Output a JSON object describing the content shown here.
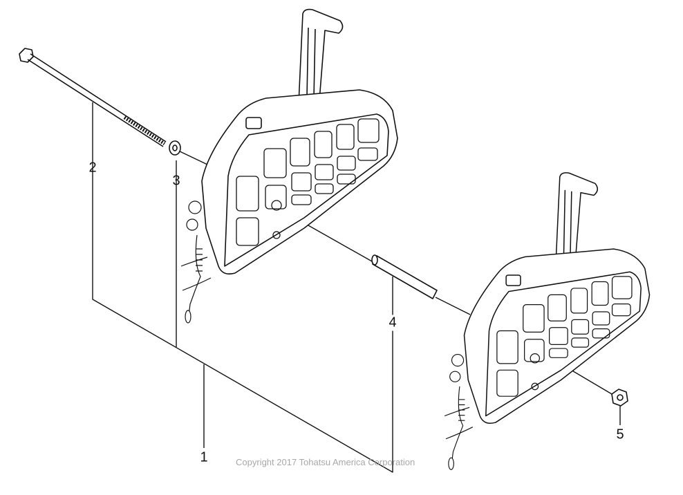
{
  "diagram": {
    "callouts": [
      {
        "id": "1",
        "label": "1"
      },
      {
        "id": "2",
        "label": "2"
      },
      {
        "id": "3",
        "label": "3"
      },
      {
        "id": "4",
        "label": "4"
      },
      {
        "id": "5",
        "label": "5"
      }
    ],
    "copyright": "Copyright 2017 Tohatsu America Corporation",
    "line_color": "#111111"
  }
}
